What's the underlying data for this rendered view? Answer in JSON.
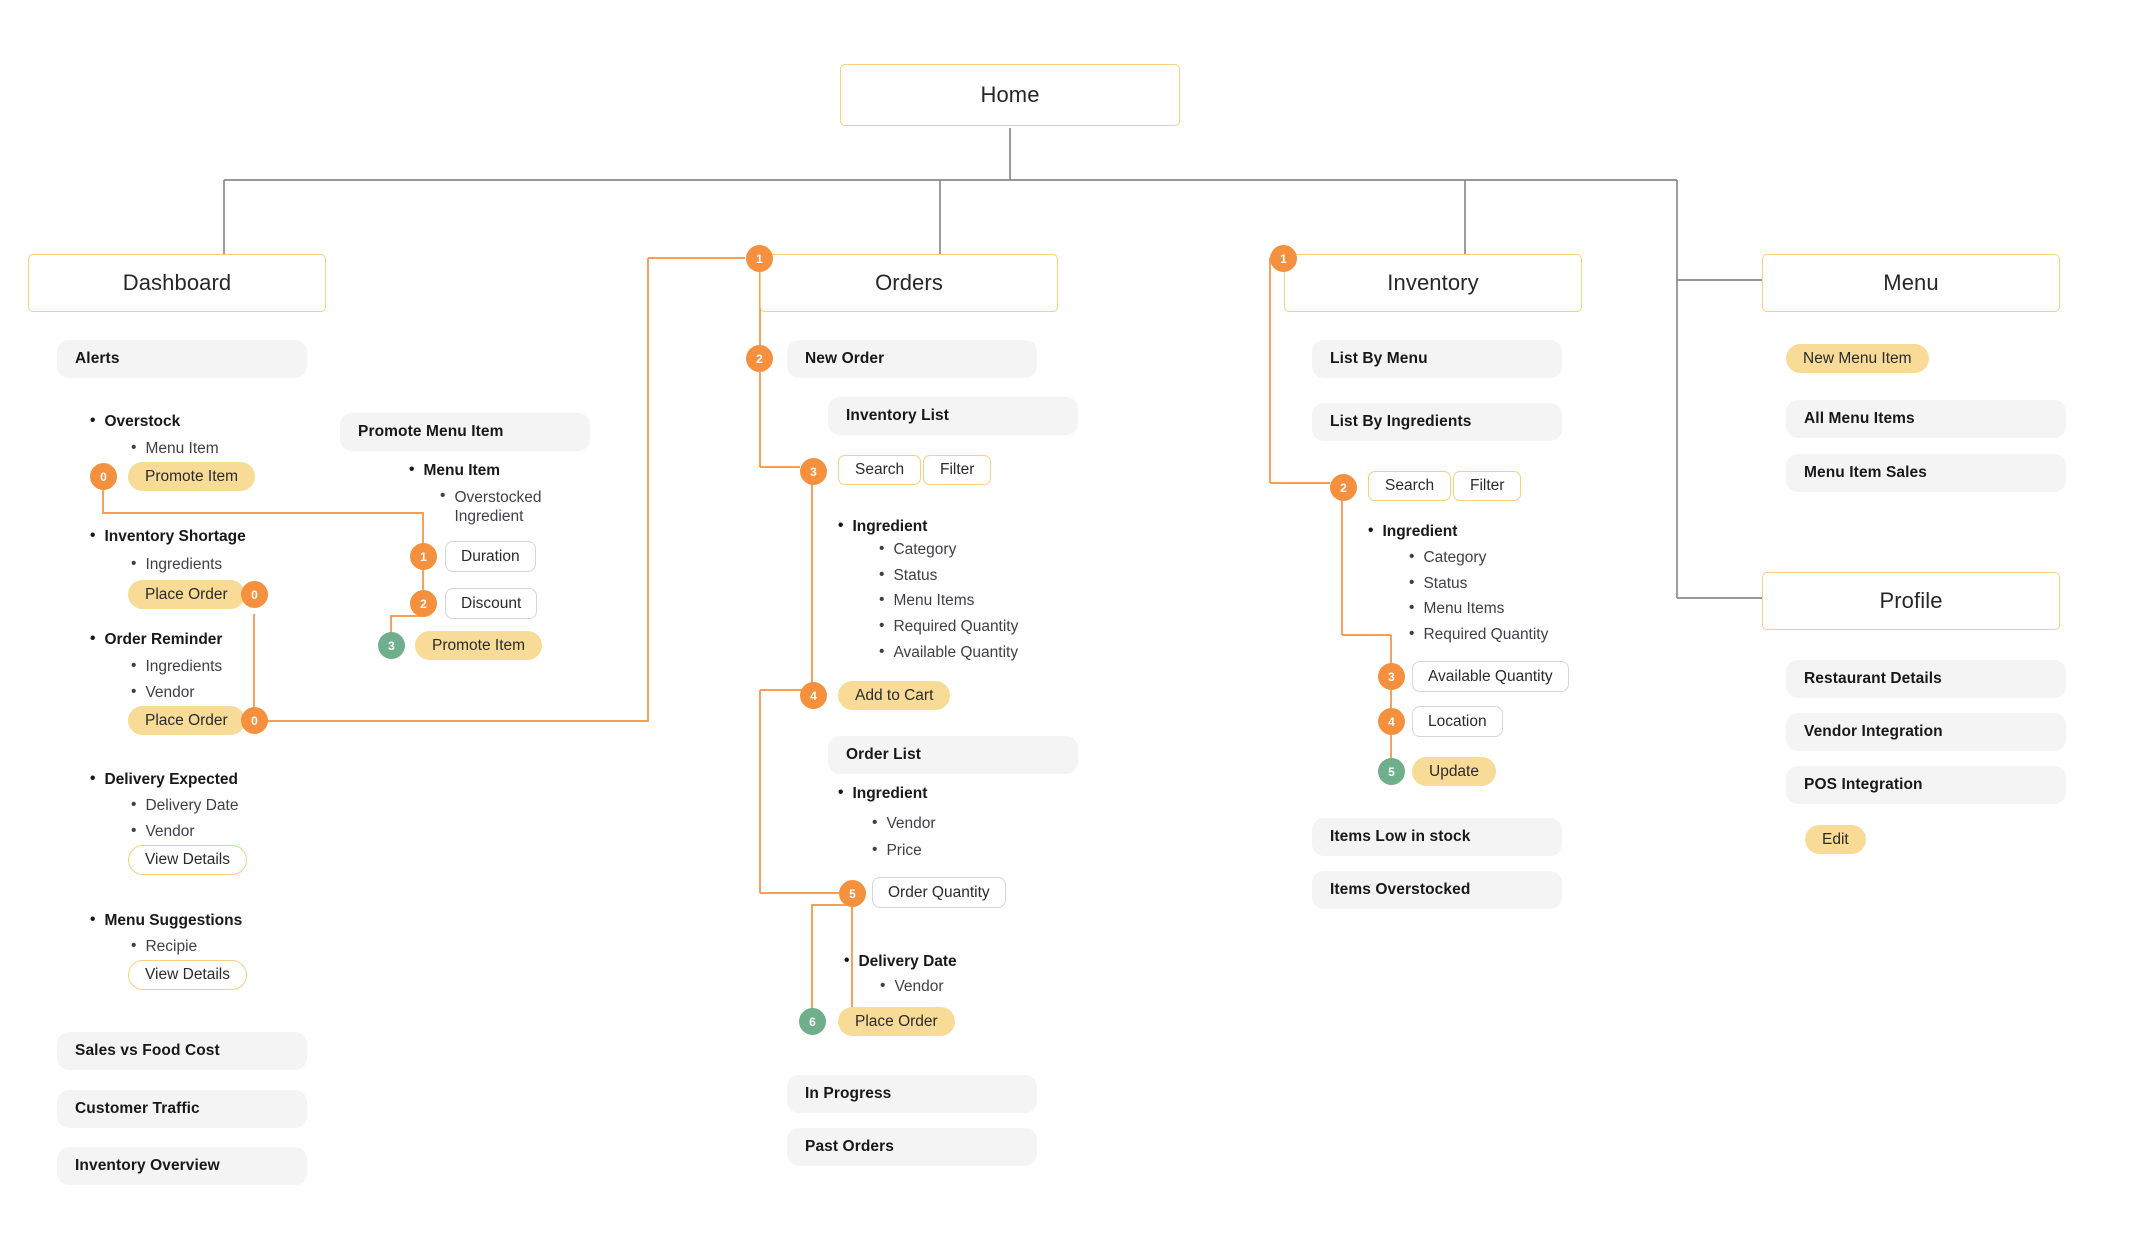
{
  "root": {
    "label": "Home"
  },
  "columns": {
    "dashboard": {
      "title": "Dashboard",
      "alerts_chip": "Alerts",
      "alerts": [
        {
          "heading": "Overstock",
          "children": [
            "Menu Item"
          ],
          "action": "Promote Item",
          "badge": "0"
        },
        {
          "heading": "Inventory Shortage",
          "children": [
            "Ingredients"
          ],
          "action": "Place Order",
          "badge": "0"
        },
        {
          "heading": "Order Reminder",
          "children": [
            "Ingredients",
            "Vendor"
          ],
          "action": "Place Order",
          "badge": "0"
        },
        {
          "heading": "Delivery Expected",
          "children": [
            "Delivery Date",
            "Vendor"
          ],
          "action": "View Details"
        },
        {
          "heading": "Menu Suggestions",
          "children": [
            "Recipie"
          ],
          "action": "View Details"
        }
      ],
      "sections": [
        "Sales vs Food Cost",
        "Customer Traffic",
        "Inventory Overview"
      ]
    },
    "promote_panel": {
      "chip": "Promote Menu Item",
      "heading": "Menu Item",
      "child": "Overstocked Ingredient",
      "fields": [
        "Duration",
        "Discount"
      ],
      "action": "Promote Item",
      "badges": {
        "duration": "1",
        "discount": "2",
        "promote": "3"
      }
    },
    "orders": {
      "title": "Orders",
      "badge_title": "1",
      "new_order_chip": "New Order",
      "new_order_badge": "2",
      "inventory_list_chip": "Inventory List",
      "search_label": "Search",
      "filter_label": "Filter",
      "search_badge": "3",
      "ingredient_heading": "Ingredient",
      "ingredient_fields": [
        "Category",
        "Status",
        "Menu Items",
        "Required Quantity",
        "Available Quantity"
      ],
      "add_to_cart": "Add to Cart",
      "add_to_cart_badge": "4",
      "order_list_chip": "Order List",
      "order_ingredient_heading": "Ingredient",
      "order_ingredient_fields": [
        "Vendor",
        "Price"
      ],
      "order_quantity_field": "Order Quantity",
      "order_quantity_badge": "5",
      "delivery_heading": "Delivery Date",
      "delivery_children": [
        "Vendor"
      ],
      "place_order": "Place Order",
      "place_order_badge": "6",
      "tail_chips": [
        "In Progress",
        "Past Orders"
      ]
    },
    "inventory": {
      "title": "Inventory",
      "badge_title": "1",
      "chips": [
        "List By Menu",
        "List By Ingredients"
      ],
      "search_label": "Search",
      "filter_label": "Filter",
      "search_badge": "2",
      "ingredient_heading": "Ingredient",
      "ingredient_fields": [
        "Category",
        "Status",
        "Menu Items",
        "Required Quantity"
      ],
      "available_quantity_field": "Available Quantity",
      "available_quantity_badge": "3",
      "location_field": "Location",
      "location_badge": "4",
      "update_action": "Update",
      "update_badge": "5",
      "tail_chips": [
        "Items Low in stock",
        "Items Overstocked"
      ]
    },
    "menu": {
      "title": "Menu",
      "new_item_pill": "New Menu Item",
      "chips": [
        "All Menu Items",
        "Menu Item Sales"
      ]
    },
    "profile": {
      "title": "Profile",
      "chips": [
        "Restaurant Details",
        "Vendor Integration",
        "POS Integration"
      ],
      "edit_pill": "Edit"
    }
  },
  "colors": {
    "accent_orange": "#F5913E",
    "accent_green": "#6FAF8B",
    "pill_yellow": "#F7DB97",
    "box_border": "#F5D07F",
    "chip_grey": "#F4F4F5",
    "wire_grey": "#8A8A8E",
    "wire_orange": "#F5923E"
  }
}
